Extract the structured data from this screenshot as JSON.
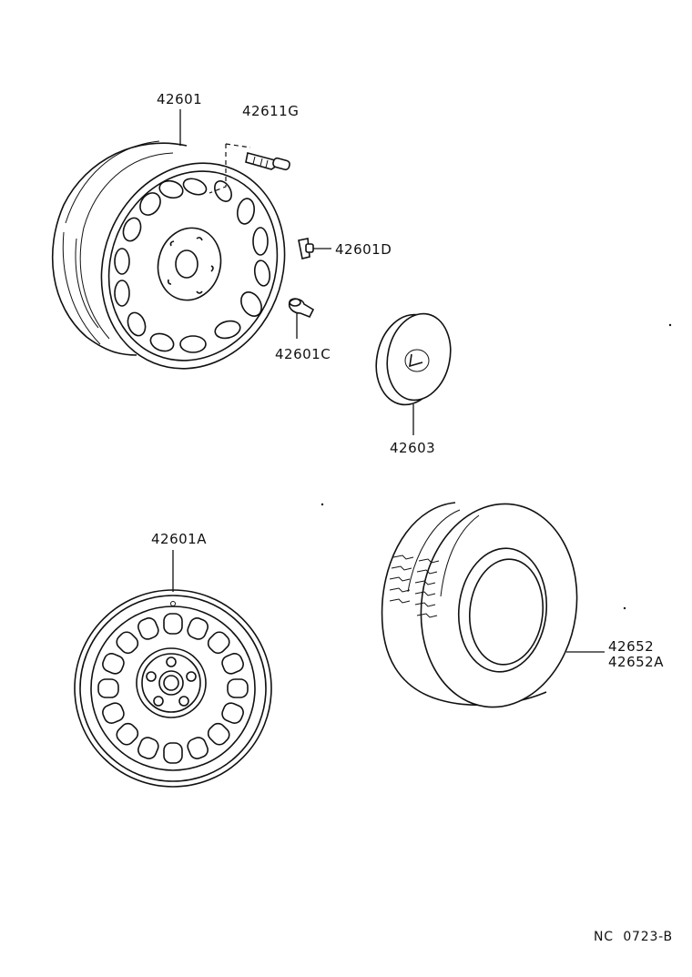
{
  "parts": [
    {
      "id": "p1",
      "number": "42601"
    },
    {
      "id": "p2",
      "number": "42611G"
    },
    {
      "id": "p3",
      "number": "42601D"
    },
    {
      "id": "p4",
      "number": "42601C"
    },
    {
      "id": "p5",
      "number": "42603"
    },
    {
      "id": "p6",
      "number": "42601A"
    },
    {
      "id": "p7",
      "number": "42652"
    },
    {
      "id": "p8",
      "number": "42652A"
    }
  ],
  "reference_code": "NC  0723-B"
}
